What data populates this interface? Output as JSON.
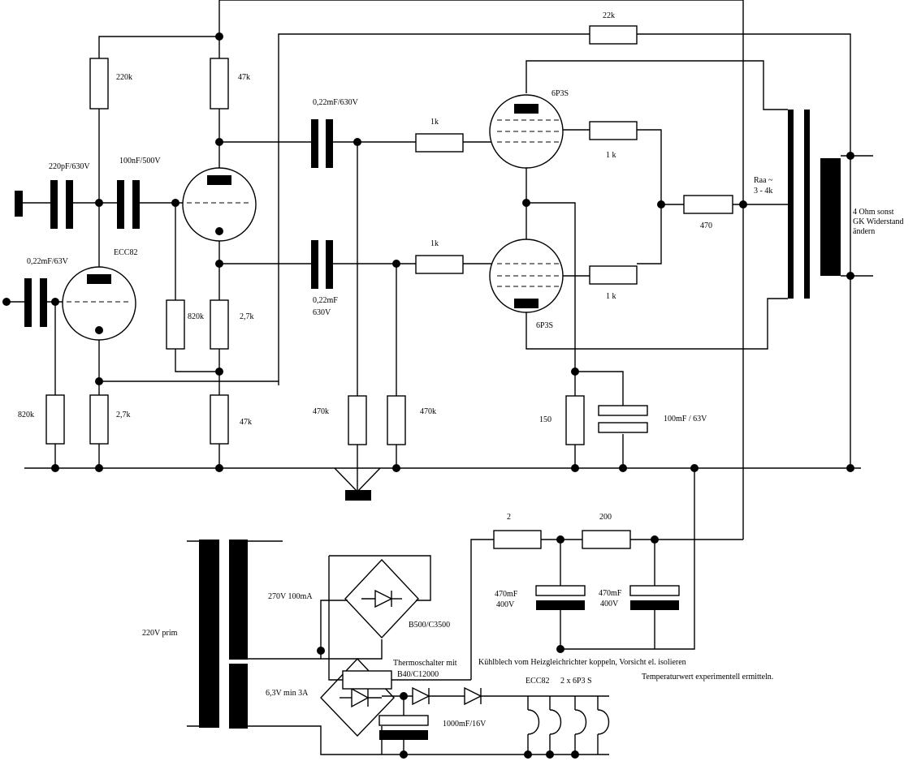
{
  "labels": {
    "r_220k": "220k",
    "r_47k_top": "47k",
    "r_22k": "22k",
    "c_022_630_top": "0,22mF/630V",
    "c_220p": "220pF/630V",
    "c_100n": "100nF/500V",
    "r_1k_g1": "1k",
    "r_1k_g2": "1k",
    "tube_6p3s_top": "6P3S",
    "tube_6p3s_bot": "6P3S",
    "r_1k_s1": "1 k",
    "r_1k_s2": "1 k",
    "raa_1": "Raa ~",
    "raa_2": "3 - 4k",
    "r_470": "470",
    "out_1": "4 Ohm sonst",
    "out_2": "GK Widerstand",
    "out_3": "ändern",
    "tube_ecc82": "ECC82",
    "c_022_63": "0,22mF/63V",
    "r_820k_a": "820k",
    "r_27k_a": "2,7k",
    "c_022_630_bot_1": "0,22mF",
    "c_022_630_bot_2": "630V",
    "r_820k_b": "820k",
    "r_27k_b": "2,7k",
    "r_47k_bot": "47k",
    "r_470k_a": "470k",
    "r_470k_b": "470k",
    "r_150": "150",
    "c_100mf": "100mF / 63V",
    "r_2": "2",
    "r_200": "200",
    "tr_prim": "220V prim",
    "tr_270": "270V 100mA",
    "bridge_1": "B500/C3500",
    "c_470_1a": "470mF",
    "c_470_1b": "400V",
    "c_470_2a": "470mF",
    "c_470_2b": "400V",
    "thermo": "Thermoschalter mit",
    "kuehl": "Kühlblech vom Heizgleichrichter koppeln, Vorsicht el. isolieren",
    "temp": "Temperaturwert experimentell ermitteln.",
    "bridge_2": "B40/C12000",
    "tr_63": "6,3V min 3A",
    "heater_ecc82": "ECC82",
    "heater_6p3s": "2 x 6P3 S",
    "c_1000": "1000mF/16V"
  }
}
